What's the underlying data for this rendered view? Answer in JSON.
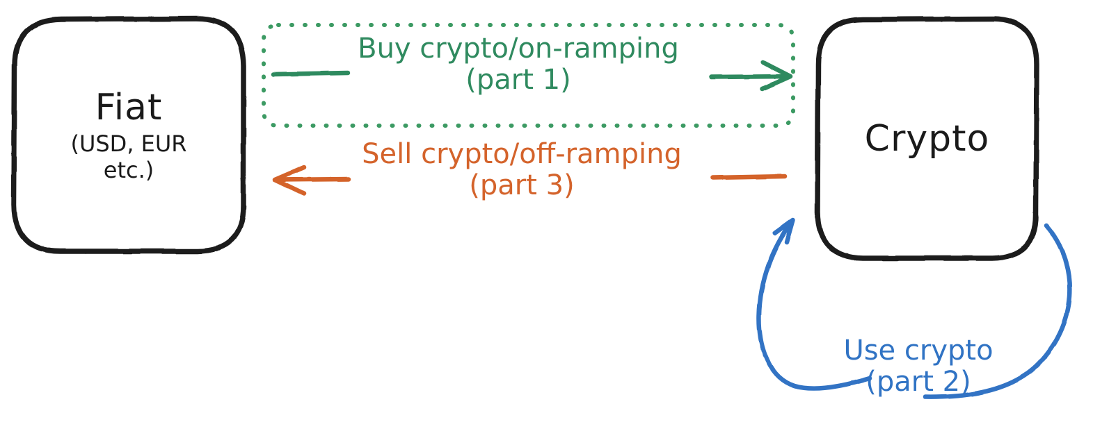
{
  "diagram": {
    "title": "Fiat and crypto on-ramping / off-ramping flow",
    "background": "#ffffff",
    "colors": {
      "node_stroke": "#1a1a1a",
      "onramp_green": "#2f8a5f",
      "offramp_orange": "#d4632b",
      "usecrypto_blue": "#3073c4"
    }
  },
  "nodes": {
    "fiat": {
      "title": "Fiat",
      "subtitle_line1": "(USD, EUR",
      "subtitle_line2": "etc.)"
    },
    "crypto": {
      "title": "Crypto"
    }
  },
  "edges": {
    "onramp": {
      "line1": "Buy crypto/on-ramping",
      "line2": "(part 1)",
      "direction": "fiat-to-crypto",
      "color": "#2f8a5f",
      "highlighted": true,
      "highlight_style": "dotted-rounded-box"
    },
    "offramp": {
      "line1": "Sell crypto/off-ramping",
      "line2": "(part 3)",
      "direction": "crypto-to-fiat",
      "color": "#d4632b",
      "highlighted": false
    },
    "usecrypto": {
      "line1": "Use crypto",
      "line2": "(part 2)",
      "direction": "crypto-to-crypto-loop",
      "color": "#3073c4",
      "highlighted": false
    }
  }
}
